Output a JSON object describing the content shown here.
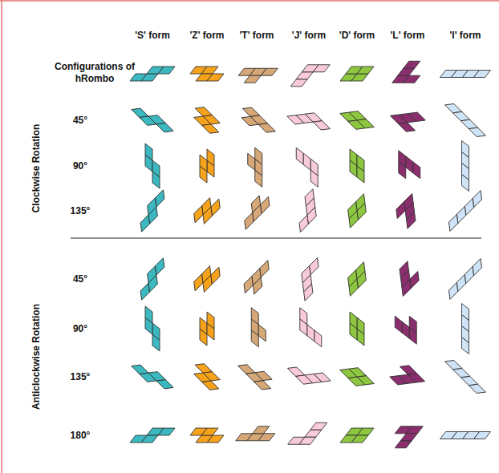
{
  "diagram": {
    "labels": [
      "'S' form",
      "'Z' form",
      "'T' form",
      "'J' form",
      "'D' form",
      "'L' form",
      "'I' form",
      "Configurations of hRombo",
      "Clockwise Rotation",
      "45°",
      "90°",
      "135°",
      "Anticlockwise Rotation",
      "45°",
      "90°",
      "135°",
      "180°"
    ]
  }
}
